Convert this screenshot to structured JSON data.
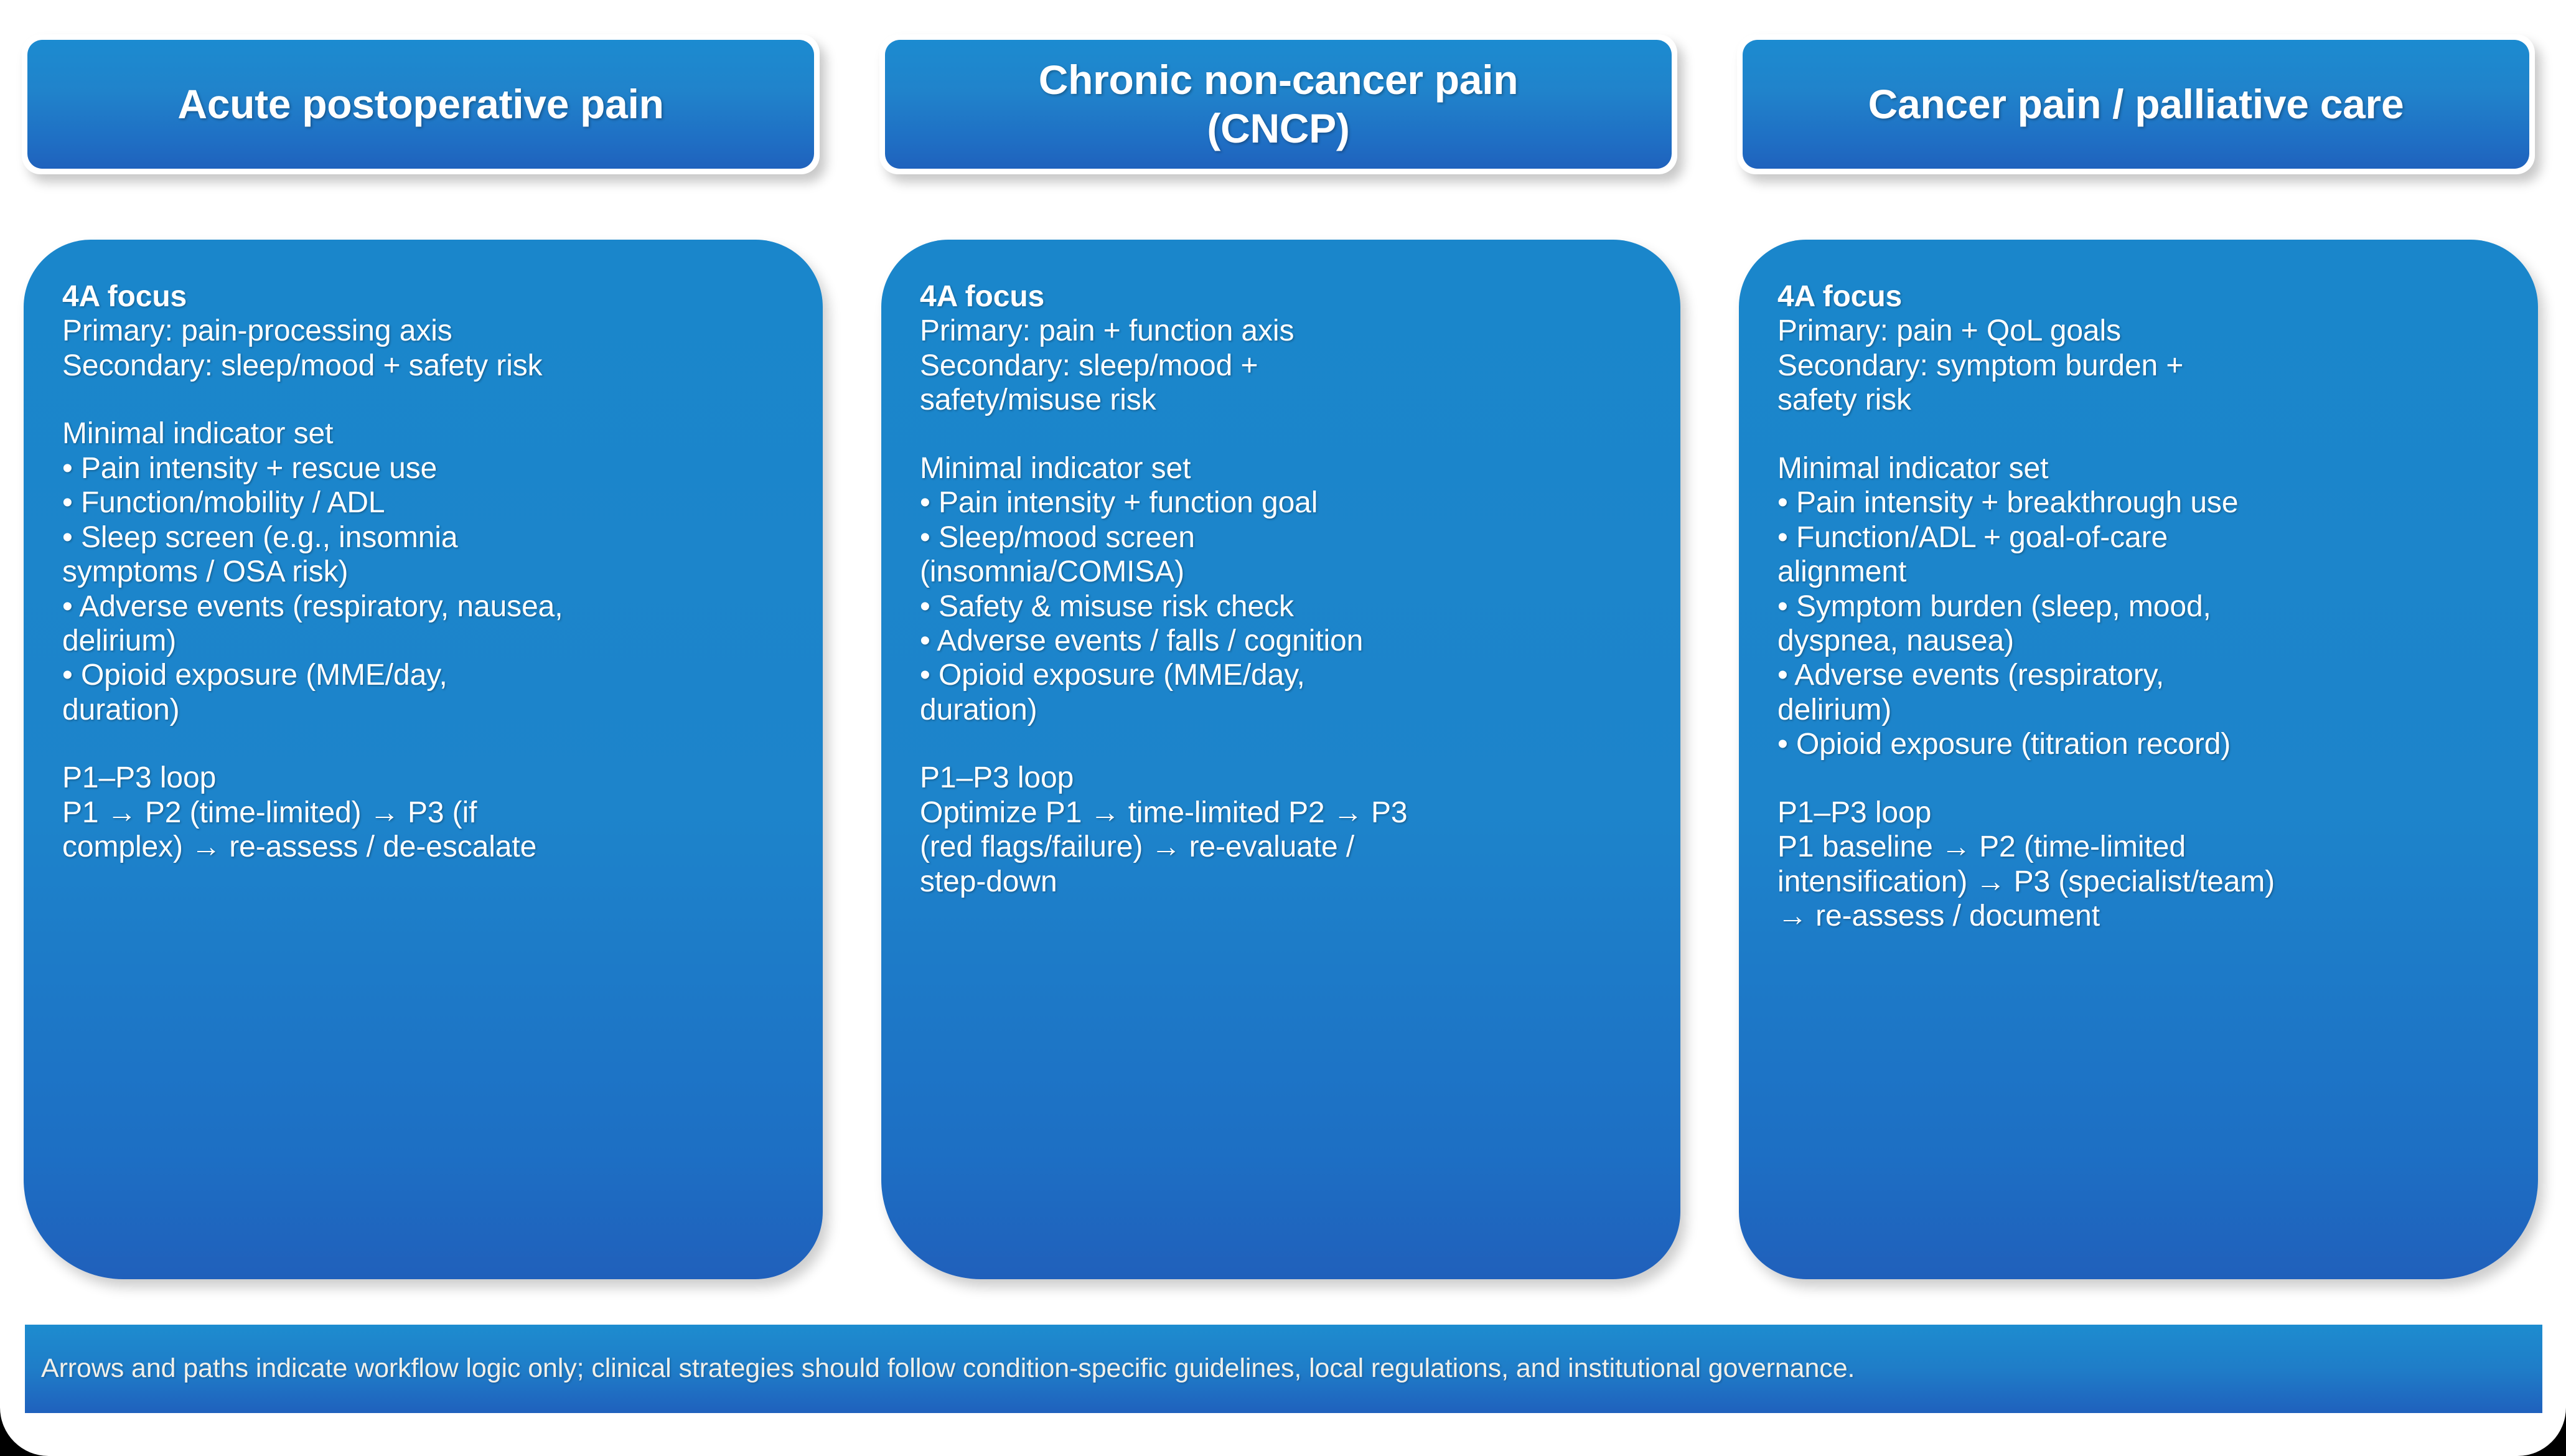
{
  "slide": {
    "background_color": "#ffffff",
    "accent_color": "#1d7fc9",
    "accent_color_dark": "#2060bb",
    "text_color": "#ffffff"
  },
  "columns": [
    {
      "header": "Acute postoperative pain",
      "focus_heading": "4A focus",
      "focus_lines": [
        "Primary: pain-processing axis",
        "Secondary: sleep/mood + safety risk"
      ],
      "indicator_heading": "Minimal indicator set",
      "indicator_lines": [
        "• Pain intensity + rescue use",
        "• Function/mobility / ADL",
        "• Sleep screen (e.g., insomnia",
        "symptoms / OSA risk)",
        "• Adverse events (respiratory, nausea,",
        "delirium)",
        "• Opioid exposure (MME/day,",
        "duration)"
      ],
      "loop_heading": "P1–P3 loop",
      "loop_lines": [
        "P1 → P2 (time-limited) → P3 (if",
        "complex) → re-assess / de-escalate"
      ]
    },
    {
      "header": "Chronic non-cancer pain\n(CNCP)",
      "focus_heading": "4A focus",
      "focus_lines": [
        "Primary: pain + function axis",
        "Secondary: sleep/mood +",
        "safety/misuse risk"
      ],
      "indicator_heading": "Minimal indicator set",
      "indicator_lines": [
        "• Pain intensity + function goal",
        "• Sleep/mood screen",
        "(insomnia/COMISA)",
        "• Safety & misuse risk check",
        "• Adverse events / falls / cognition",
        "• Opioid exposure (MME/day,",
        "duration)"
      ],
      "loop_heading": "P1–P3 loop",
      "loop_lines": [
        "Optimize P1 → time-limited P2 → P3",
        "(red flags/failure) → re-evaluate /",
        "step-down"
      ]
    },
    {
      "header": "Cancer pain / palliative care",
      "focus_heading": "4A focus",
      "focus_lines": [
        "Primary: pain + QoL goals",
        "Secondary: symptom burden +",
        "safety risk"
      ],
      "indicator_heading": "Minimal indicator set",
      "indicator_lines": [
        "• Pain intensity + breakthrough use",
        "• Function/ADL + goal-of-care",
        "alignment",
        "• Symptom burden (sleep, mood,",
        "dyspnea, nausea)",
        "• Adverse events (respiratory,",
        "delirium)",
        "• Opioid exposure (titration record)"
      ],
      "loop_heading": "P1–P3 loop",
      "loop_lines": [
        "P1 baseline → P2 (time-limited",
        "intensification) → P3 (specialist/team)",
        "→ re-assess / document"
      ]
    }
  ],
  "footer": {
    "note": "Arrows and paths indicate workflow logic only; clinical strategies should follow condition-specific guidelines, local regulations, and institutional governance."
  }
}
